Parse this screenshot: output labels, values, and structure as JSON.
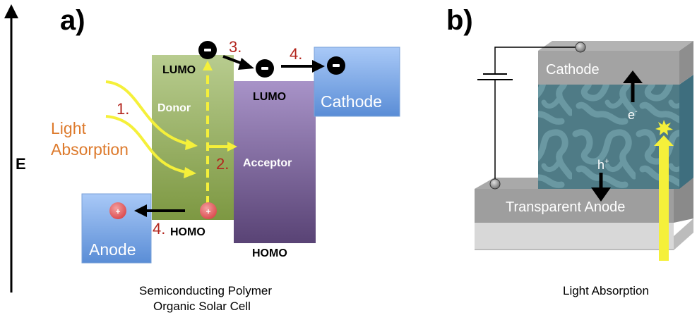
{
  "panel_a": {
    "label": "a)",
    "energy_axis_label": "E",
    "light_absorption_line1": "Light",
    "light_absorption_line2": "Absorption",
    "donor_label": "Donor",
    "donor_lumo": "LUMO",
    "donor_homo": "HOMO",
    "acceptor_label": "Acceptor",
    "acceptor_lumo": "LUMO",
    "acceptor_homo": "HOMO",
    "anode_label": "Anode",
    "cathode_label": "Cathode",
    "steps": {
      "s1": "1.",
      "s2": "2.",
      "s3": "3.",
      "s4a": "4.",
      "s4b": "4."
    },
    "electron_symbol": "-",
    "hole_symbol": "+",
    "caption_line1": "Semiconducting Polymer",
    "caption_line2": "Organic Solar Cell"
  },
  "panel_b": {
    "label": "b)",
    "cathode_label": "Cathode",
    "anode_label": "Transparent Anode",
    "electron_label": "e",
    "electron_sup": "-",
    "hole_label": "h",
    "hole_sup": "+",
    "light_absorption": "Light Absorption"
  },
  "colors": {
    "donor_top": "#b5c98a",
    "donor_bottom": "#7f9a45",
    "acceptor_top": "#a58fc4",
    "acceptor_bottom": "#5a4478",
    "electrode_top": "#a8c8f6",
    "electrode_bottom": "#5b8fd8",
    "light_yellow": "#f5f03a",
    "step_red": "#b3261e",
    "light_orange": "#dd7a2c"
  }
}
